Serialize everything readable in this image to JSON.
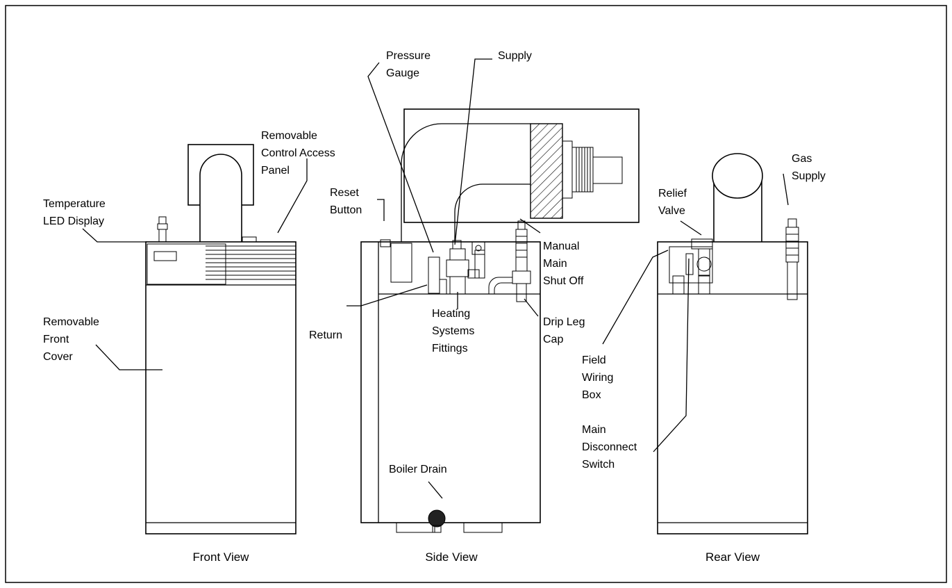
{
  "views": {
    "front": "Front View",
    "side": "Side View",
    "rear": "Rear View"
  },
  "labels": {
    "temperature_led_display": [
      "Temperature",
      "LED Display"
    ],
    "removable_control_access_panel": [
      "Removable",
      "Control Access",
      "Panel"
    ],
    "removable_front_cover": [
      "Removable",
      "Front",
      "Cover"
    ],
    "reset_button": [
      "Reset",
      "Button"
    ],
    "pressure_gauge": [
      "Pressure",
      "Gauge"
    ],
    "supply": [
      "Supply"
    ],
    "manual_main_shut_off": [
      "Manual",
      "Main",
      "Shut Off"
    ],
    "return": [
      "Return"
    ],
    "heating_systems_fittings": [
      "Heating",
      "Systems",
      "Fittings"
    ],
    "drip_leg_cap": [
      "Drip Leg",
      "Cap"
    ],
    "boiler_drain": [
      "Boiler Drain"
    ],
    "relief_valve": [
      "Relief",
      "Valve"
    ],
    "gas_supply": [
      "Gas",
      "Supply"
    ],
    "field_wiring_box": [
      "Field",
      "Wiring",
      "Box"
    ],
    "main_disconnect_switch": [
      "Main",
      "Disconnect",
      "Switch"
    ]
  }
}
